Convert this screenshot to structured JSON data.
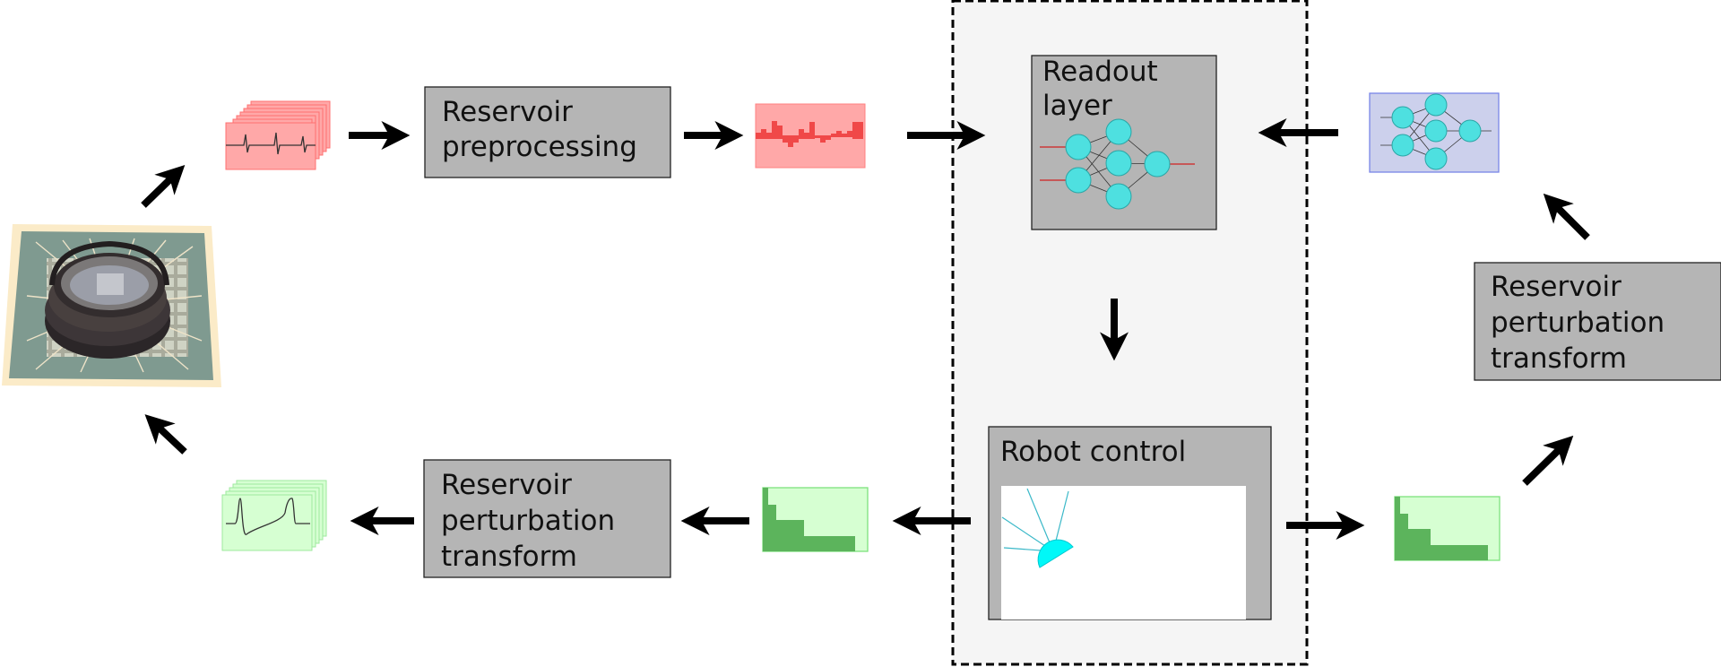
{
  "boxes": {
    "preprocessing": {
      "line1": "Reservoir",
      "line2": "preprocessing"
    },
    "readout": {
      "line1": "Readout",
      "line2": "layer"
    },
    "robot": {
      "label": "Robot control"
    },
    "perturb_right": {
      "line1": "Reservoir",
      "line2": "perturbation",
      "line3": "transform"
    },
    "perturb_bottom": {
      "line1": "Reservoir",
      "line2": "perturbation",
      "line3": "transform"
    }
  },
  "colors": {
    "box_fill": "#b5b5b5",
    "panel_fill": "#f5f5f5",
    "signal_red": "#ffa8a8",
    "signal_red_dark": "#f04848",
    "signal_green": "#d6ffd2",
    "signal_green_dark": "#5cb45c",
    "network_blue": "#ccd0ec",
    "neuron": "#4ee0e0",
    "robot_arm": "#00f8f8"
  },
  "icons": {
    "chip": "mea-chip-photo",
    "neural_network": "neural-network-icon",
    "robot_arm": "robot-arm-icon"
  }
}
